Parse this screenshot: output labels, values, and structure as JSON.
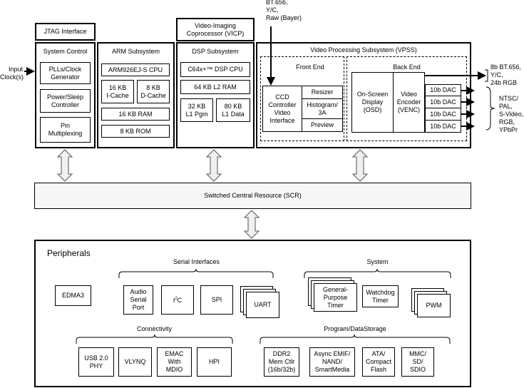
{
  "top_inputs": {
    "vpss_input": "BT.656,\nY/C,\nRaw (Bayer)",
    "input_clock": "Input\nClock(s)"
  },
  "jtag": {
    "label": "JTAG Interface"
  },
  "vicp": {
    "label": "Video-Imaging\nCoprocessor (VICP)"
  },
  "system_control": {
    "title": "System Control",
    "blocks": [
      "PLLs/Clock\nGenerator",
      "Power/Sleep\nController",
      "Pin\nMultiplexing"
    ]
  },
  "arm": {
    "title": "ARM Subsystem",
    "cpu": "ARM926EJ-S CPU",
    "icache": "16 KB\nI-Cache",
    "dcache": "8 KB\nD-Cache",
    "ram": "16 KB RAM",
    "rom": "8 KB ROM"
  },
  "dsp": {
    "title": "DSP Subsystem",
    "cpu": "C64x+™  DSP CPU",
    "l2": "64 KB L2 RAM",
    "l1p": "32 KB\nL1 Pgm",
    "l1d": "80 KB\nL1 Data"
  },
  "vpss": {
    "title": "Video Processing Subsystem (VPSS)",
    "front_end": {
      "title": "Front End",
      "ccd": "CCD\nController\nVideo\nInterface",
      "resizer": "Resizer",
      "histogram": "Histogram/\n3A",
      "preview": "Preview"
    },
    "back_end": {
      "title": "Back End",
      "osd": "On-Screen\nDisplay\n(OSD)",
      "venc": "Video\nEncoder\n(VENC)",
      "dacs": [
        "10b DAC",
        "10b DAC",
        "10b DAC",
        "10b DAC"
      ]
    }
  },
  "outputs": {
    "digital": "8b BT.656,\nY/C,\n24b RGB",
    "analog": "NTSC/\nPAL,\nS-Video,\nRGB,\nYPbPr"
  },
  "scr": {
    "label": "Switched Central Resource (SCR)"
  },
  "peripherals": {
    "title": "Peripherals",
    "edma": "EDMA3",
    "serial": {
      "title": "Serial Interfaces",
      "audio": "Audio\nSerial\nPort",
      "i2c_base": "I",
      "i2c_sup": "2",
      "i2c_end": "C",
      "spi": "SPI",
      "uart": "UART"
    },
    "system": {
      "title": "System",
      "gpt": "General-\nPurpose\nTimer",
      "watchdog": "Watchdog\nTimer",
      "pwm": "PWM"
    },
    "connectivity": {
      "title": "Connectivity",
      "usb": "USB 2.0\nPHY",
      "vlynq": "VLYNQ",
      "emac": "EMAC\nWith\nMDIO",
      "hpi": "HPI"
    },
    "storage": {
      "title": "Program/DataStorage",
      "ddr2": "DDR2\nMem Ctlr\n(16b/32b)",
      "emif": "Async EMIF/\nNAND/\nSmartMedia",
      "ata": "ATA/\nCompact\nFlash",
      "mmc": "MMC/\nSD/\nSDIO"
    }
  }
}
